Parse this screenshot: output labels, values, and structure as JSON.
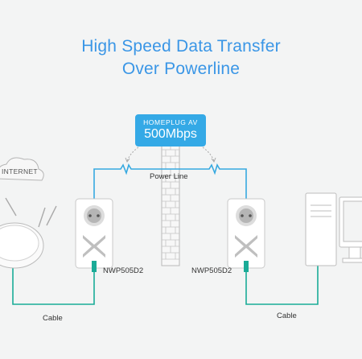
{
  "title": {
    "line1": "High Speed Data Transfer",
    "line2": "Over Powerline"
  },
  "badge": {
    "standard": "HOMEPLUG AV",
    "speed": "500Mbps"
  },
  "labels": {
    "internet": "INTERNET",
    "power_line": "Power Line",
    "device_left": "NWP505D2",
    "device_right": "NWP505D2",
    "cable_left": "Cable",
    "cable_right": "Cable"
  },
  "colors": {
    "accent_blue": "#3a96e6",
    "power_line": "#36a9e0",
    "cable": "#1aab97",
    "badge_bg": "#34a9e6"
  },
  "icons": {
    "wall": "brick-wall-icon",
    "router": "router-icon",
    "cloud": "cloud-icon",
    "computer": "desktop-computer-icon",
    "adapter": "powerline-adapter-icon"
  }
}
